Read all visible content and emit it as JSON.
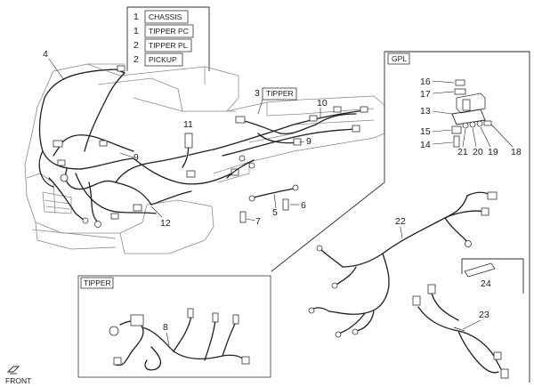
{
  "legend": [
    {
      "qty": "1",
      "label": "CHASSIS"
    },
    {
      "qty": "1",
      "label": "TIPPER PC"
    },
    {
      "qty": "2",
      "label": "TIPPER PL"
    },
    {
      "qty": "2",
      "label": "PICKUP"
    }
  ],
  "tipper_tag": {
    "number": "3",
    "label": "TIPPER"
  },
  "gpl_panel": {
    "title": "GPL"
  },
  "tipper_panel": {
    "title": "TIPPER"
  },
  "front_label": "FRONT",
  "callouts": {
    "c4": "4",
    "c11": "11",
    "c9a": "9",
    "c12": "12",
    "c10": "10",
    "c9b": "9",
    "c5": "5",
    "c6": "6",
    "c7": "7",
    "c8": "8",
    "c16": "16",
    "c17": "17",
    "c13": "13",
    "c15": "15",
    "c14": "14",
    "c21": "21",
    "c20": "20",
    "c19": "19",
    "c18": "18",
    "c22": "22",
    "c24": "24",
    "c23": "23"
  }
}
